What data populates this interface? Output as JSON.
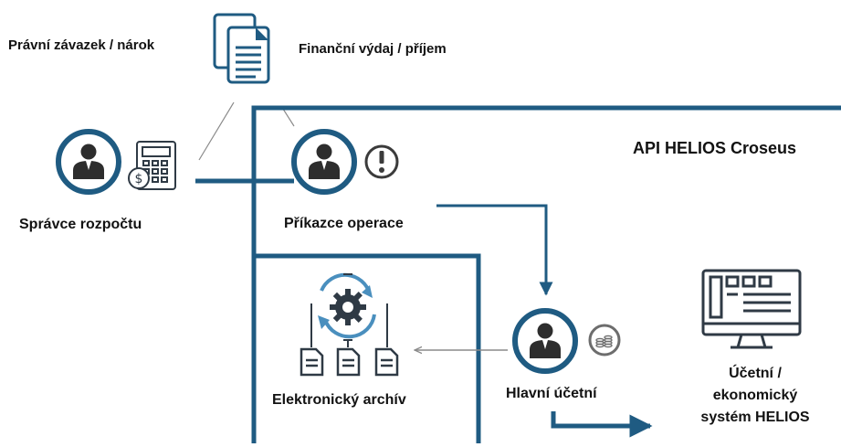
{
  "colors": {
    "accent": "#1f5b82",
    "avatar": "#2d2d2d",
    "icon_dark": "#2f3a45",
    "gray_line": "#8a8a8a",
    "ring_fill": "#ffffff"
  },
  "labels": {
    "legal_commitment": "Právní závazek / nárok",
    "financial_expense": "Finanční výdaj / příjem",
    "system_title": "API HELIOS Croseus",
    "budget_manager": "Správce rozpočtu",
    "operation_authorizer": "Příkazce operace",
    "chief_accountant": "Hlavní účetní",
    "electronic_archive": "Elektronický archív",
    "accounting_system_line1": "Účetní /",
    "accounting_system_line2": "ekonomický",
    "accounting_system_line3": "systém HELIOS"
  },
  "icons": {
    "documents": "documents-icon",
    "calculator": "calculator-icon",
    "exclamation": "exclamation-icon",
    "coins": "coins-icon",
    "gear": "gear-sync-icon",
    "monitor": "monitor-icon"
  }
}
